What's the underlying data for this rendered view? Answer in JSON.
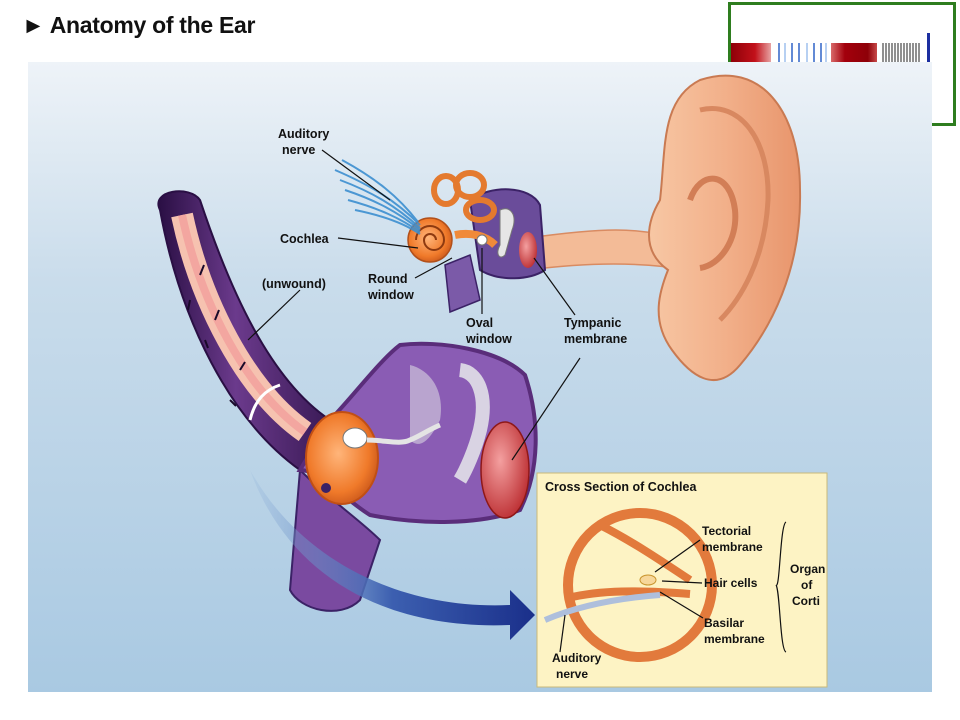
{
  "title": "► Anatomy of the Ear",
  "labels": {
    "auditory_nerve_1": "Auditory",
    "auditory_nerve_2": "nerve",
    "cochlea": "Cochlea",
    "unwound": "(unwound)",
    "round_window_1": "Round",
    "round_window_2": "window",
    "oval_window_1": "Oval",
    "oval_window_2": "window",
    "tympanic_1": "Tympanic",
    "tympanic_2": "membrane"
  },
  "cross_section": {
    "heading": "Cross Section of Cochlea",
    "tectorial_1": "Tectorial",
    "tectorial_2": "membrane",
    "hair_cells": "Hair cells",
    "basilar_1": "Basilar",
    "basilar_2": "membrane",
    "organ_1": "Organ",
    "organ_2": "of",
    "organ_3": "Corti",
    "auditory_1": "Auditory",
    "auditory_2": "nerve"
  },
  "colors": {
    "frame": "#2e7d1f",
    "stripe_red": "#a8000e",
    "stripe_blue": "#1b3fa6",
    "cochlea_purple": "#5a2d7a",
    "ear_skin": "#f2b690",
    "cross_section_bg": "#fdf3c4"
  }
}
